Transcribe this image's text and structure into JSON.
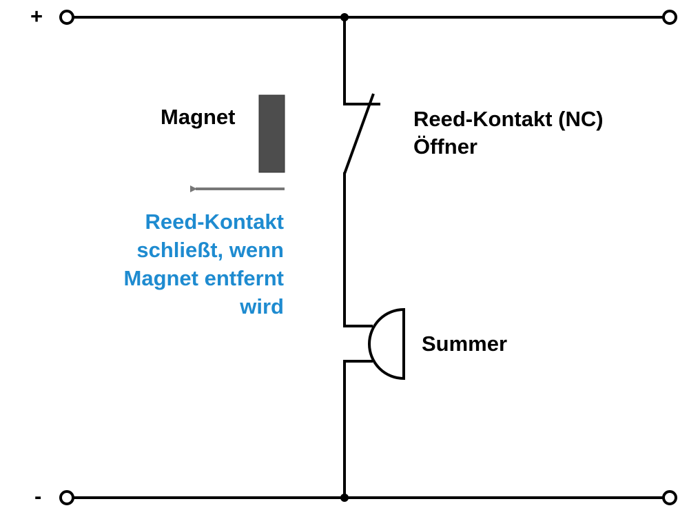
{
  "terminals": {
    "plus": "+",
    "minus": "-"
  },
  "labels": {
    "magnet": "Magnet",
    "reed_contact": [
      "Reed-Kontakt (NC)",
      "Öffner"
    ],
    "buzzer": "Summer",
    "note": [
      "Reed-Kontakt",
      "schließt, wenn",
      "Magnet entfernt",
      "wird"
    ]
  },
  "colors": {
    "wire": "#000000",
    "magnet": "#4d4d4d",
    "arrow": "#777777",
    "note": "#1e8bd0"
  }
}
